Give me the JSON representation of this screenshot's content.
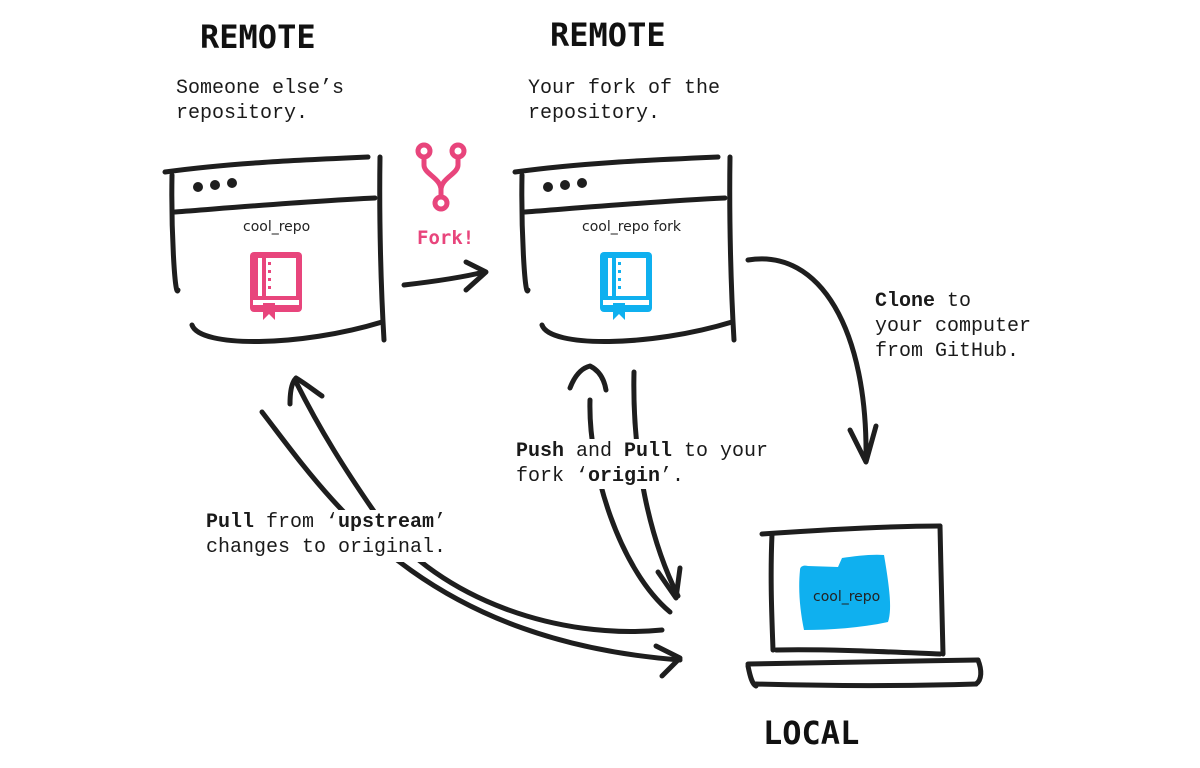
{
  "colors": {
    "ink": "#1e1e1e",
    "pink": "#e8457c",
    "blue": "#0fb0ef"
  },
  "remote_original": {
    "heading": "REMOTE",
    "description_lines": [
      "Someone else’s",
      "repository."
    ],
    "repo_name": "cool_repo",
    "icon": "repo-book-icon"
  },
  "remote_fork": {
    "heading": "REMOTE",
    "description_lines": [
      "Your fork of the",
      "repository."
    ],
    "repo_name": "cool_repo fork",
    "icon": "repo-book-icon"
  },
  "fork_step": {
    "label": "Fork!",
    "icon": "git-fork-icon"
  },
  "clone_step": {
    "bold": "Clone",
    "line1_rest": " to",
    "line2": "your computer",
    "line3": "from GitHub."
  },
  "push_pull_step": {
    "bold1": "Push",
    "text1": " and ",
    "bold2": "Pull",
    "text2": " to your",
    "line2_prefix": "fork ‘",
    "line2_bold": "origin",
    "line2_suffix": "’."
  },
  "upstream_step": {
    "bold": "Pull",
    "text1": " from ‘",
    "bold2": "upstream",
    "text2": "’",
    "line2": "changes to original."
  },
  "local": {
    "heading": "LOCAL",
    "repo_name": "cool_repo",
    "icon": "folder-icon"
  }
}
